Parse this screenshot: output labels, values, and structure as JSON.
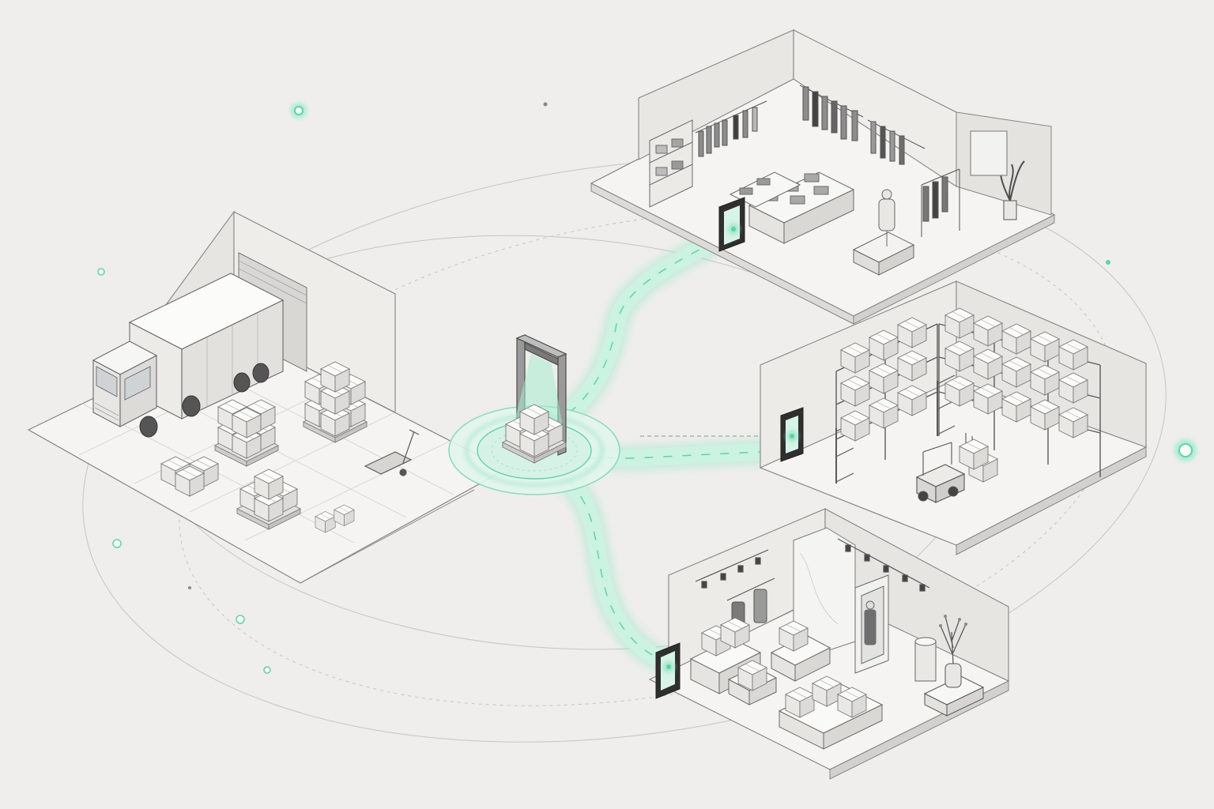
{
  "colors": {
    "background": "#efeeec",
    "line": "#6e6e6e",
    "light_line": "#b9b9b9",
    "accent": "#5fd3a6",
    "accent_glow": "#a8ecd0",
    "floor": "#f4f3f1",
    "wall": "#e6e5e2"
  },
  "icons": {
    "hub": "rfid-scanner-gate-icon",
    "gates": "door-reader-icon",
    "truck": "delivery-truck-icon",
    "forklift": "forklift-icon",
    "pallet_jack": "pallet-jack-icon"
  },
  "zones": [
    {
      "id": "receiving-dock",
      "contents": [
        "delivery-truck",
        "pallets",
        "pallet-jack"
      ]
    },
    {
      "id": "apparel-store",
      "contents": [
        "clothing-racks",
        "shelves",
        "mannequin",
        "plant"
      ]
    },
    {
      "id": "warehouse",
      "contents": [
        "pallet-racking",
        "boxes",
        "forklift"
      ]
    },
    {
      "id": "boutique",
      "contents": [
        "display-tables",
        "mirror",
        "vase",
        "spotlights"
      ]
    }
  ],
  "flows": [
    {
      "from": "receiving-dock",
      "to": "hub"
    },
    {
      "from": "hub",
      "to": "apparel-store"
    },
    {
      "from": "hub",
      "to": "warehouse"
    },
    {
      "from": "hub",
      "to": "boutique"
    }
  ]
}
